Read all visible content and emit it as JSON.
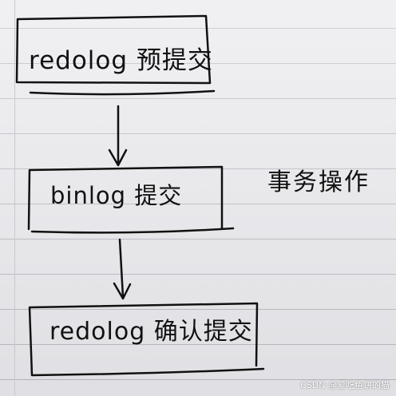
{
  "diagram": {
    "steps": [
      {
        "label": "redolog 预提交"
      },
      {
        "label": "binlog 提交"
      },
      {
        "label": "redolog 确认提交"
      }
    ],
    "side_note": "事务操作"
  },
  "watermark": "CSDN @爱吃鱼饼的猫"
}
